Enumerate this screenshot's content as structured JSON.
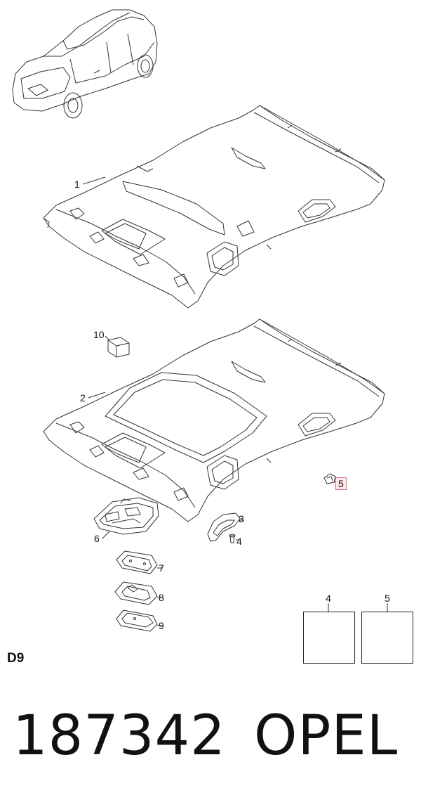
{
  "diagram": {
    "callouts": {
      "p1": "1",
      "p2": "2",
      "p3": "3",
      "p4": "4",
      "p5": "5",
      "p6": "6",
      "p7": "7",
      "p8": "8",
      "p9": "9",
      "p10": "10"
    },
    "insets": {
      "left_label": "4",
      "right_label": "5"
    },
    "section_code": "D9"
  },
  "footer": {
    "part_number": "187342",
    "brand": "OPEL"
  },
  "colors": {
    "line": "#333333",
    "highlight_border": "#e07080",
    "highlight_fill": "#fde8ec"
  }
}
